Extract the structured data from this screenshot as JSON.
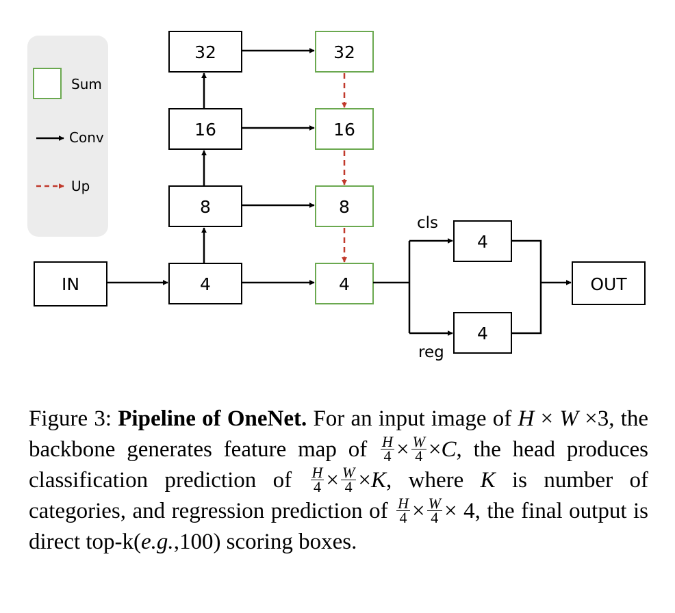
{
  "legend": {
    "sum_label": "Sum",
    "conv_label": "Conv",
    "up_label": "Up"
  },
  "colors": {
    "sum_border": "#6aa84f",
    "up_arrow": "#c0392b",
    "legend_bg": "#ececec"
  },
  "nodes": {
    "input": "IN",
    "backbone_4": "4",
    "backbone_8": "8",
    "backbone_16": "16",
    "backbone_32": "32",
    "sum_32": "32",
    "sum_16": "16",
    "sum_8": "8",
    "sum_4": "4",
    "head_cls": "4",
    "head_reg": "4",
    "output": "OUT"
  },
  "branches": {
    "cls": "cls",
    "reg": "reg"
  },
  "caption": {
    "lead": "Figure 3:",
    "title": "Pipeline of OneNet.",
    "t1": "For an input image of",
    "H": "H",
    "times": "×",
    "W": "W",
    "three": "3, the backbone generates feature map of",
    "four": "4",
    "C": "C",
    "comma": ",",
    "t2": "the head produces classification prediction of",
    "K": "K",
    "t3": "where",
    "t4": "is number of categories, and regression prediction of",
    "t5": "4, the final output is direct top-k(",
    "eg": "e.g.",
    "t6": ",100) scoring boxes."
  }
}
